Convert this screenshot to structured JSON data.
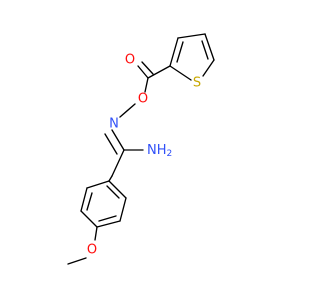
{
  "molecule": {
    "colors": {
      "carbon_bond": "#000000",
      "oxygen": "#ff0d0d",
      "nitrogen": "#3050f8",
      "sulfur": "#c8a800",
      "background": "#ffffff"
    },
    "atoms": {
      "carbonyl_oxygen": {
        "text": "O",
        "element": "O"
      },
      "ester_oxygen": {
        "text": "O",
        "element": "O"
      },
      "sulfur": {
        "text": "S",
        "element": "S"
      },
      "imine_nitrogen": {
        "text": "N",
        "element": "N"
      },
      "amine": {
        "text": "NH",
        "element": "N"
      },
      "amine_h": {
        "text": "2",
        "element": "N"
      },
      "methoxy_oxygen": {
        "text": "O",
        "element": "O"
      }
    }
  }
}
